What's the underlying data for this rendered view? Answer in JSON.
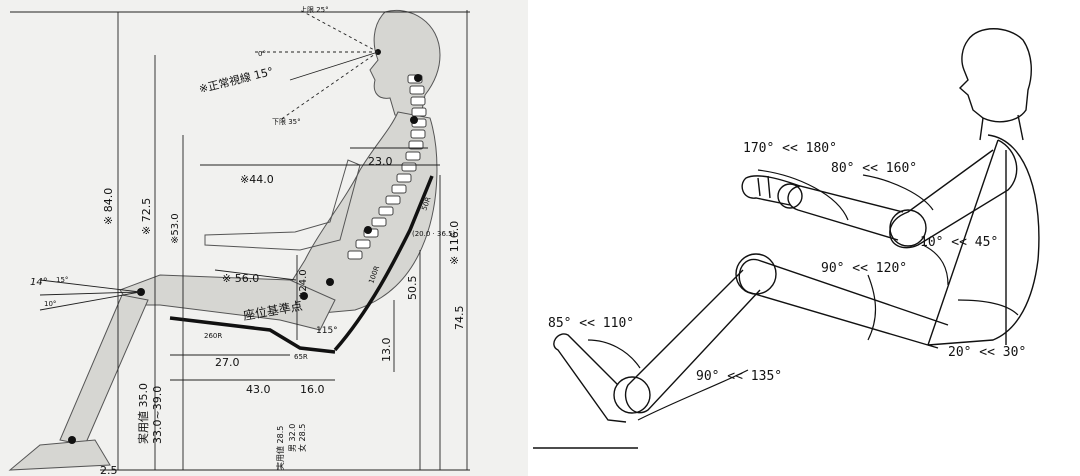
{
  "left": {
    "eye_labels": {
      "up": "上限 25°",
      "zero": "0°",
      "down": "下限 35°"
    },
    "normal_sight": "※正常視線 15°",
    "dims": {
      "d840": "※ 84.0",
      "d725": "※ 72.5",
      "d530": "※53.0",
      "d440": "※44.0",
      "d230": "23.0",
      "d560": "※ 56.0",
      "d240": "※24.0",
      "d505": "50.5",
      "d745": "74.5",
      "d1160": "※ 116.0",
      "d130": "13.0",
      "d270": "27.0",
      "d430": "43.0",
      "d160": "16.0",
      "d25": "2.5"
    },
    "seat_ref": "座位基準点",
    "angle_main": "14°",
    "angle_15": "15°",
    "angle_10": "10°",
    "angle_115": "115°",
    "radius_260": "260R",
    "radius_65": "65R",
    "radius_100": "100R",
    "radius_50": "50R",
    "range_back": "(20.0 · 36.5)",
    "practical_1": "実用値 35.0",
    "practical_2": "33.0~39.0",
    "practical_v": "実用値 28.5",
    "gender_m": "男 32.0",
    "gender_f": "女 28.5"
  },
  "right": {
    "a1": "170° << 180°",
    "a2": "80° << 160°",
    "a3": "10° << 45°",
    "a4": "90° << 120°",
    "a5": "85° << 110°",
    "a6": "90° << 135°",
    "a7": "20° << 30°"
  }
}
